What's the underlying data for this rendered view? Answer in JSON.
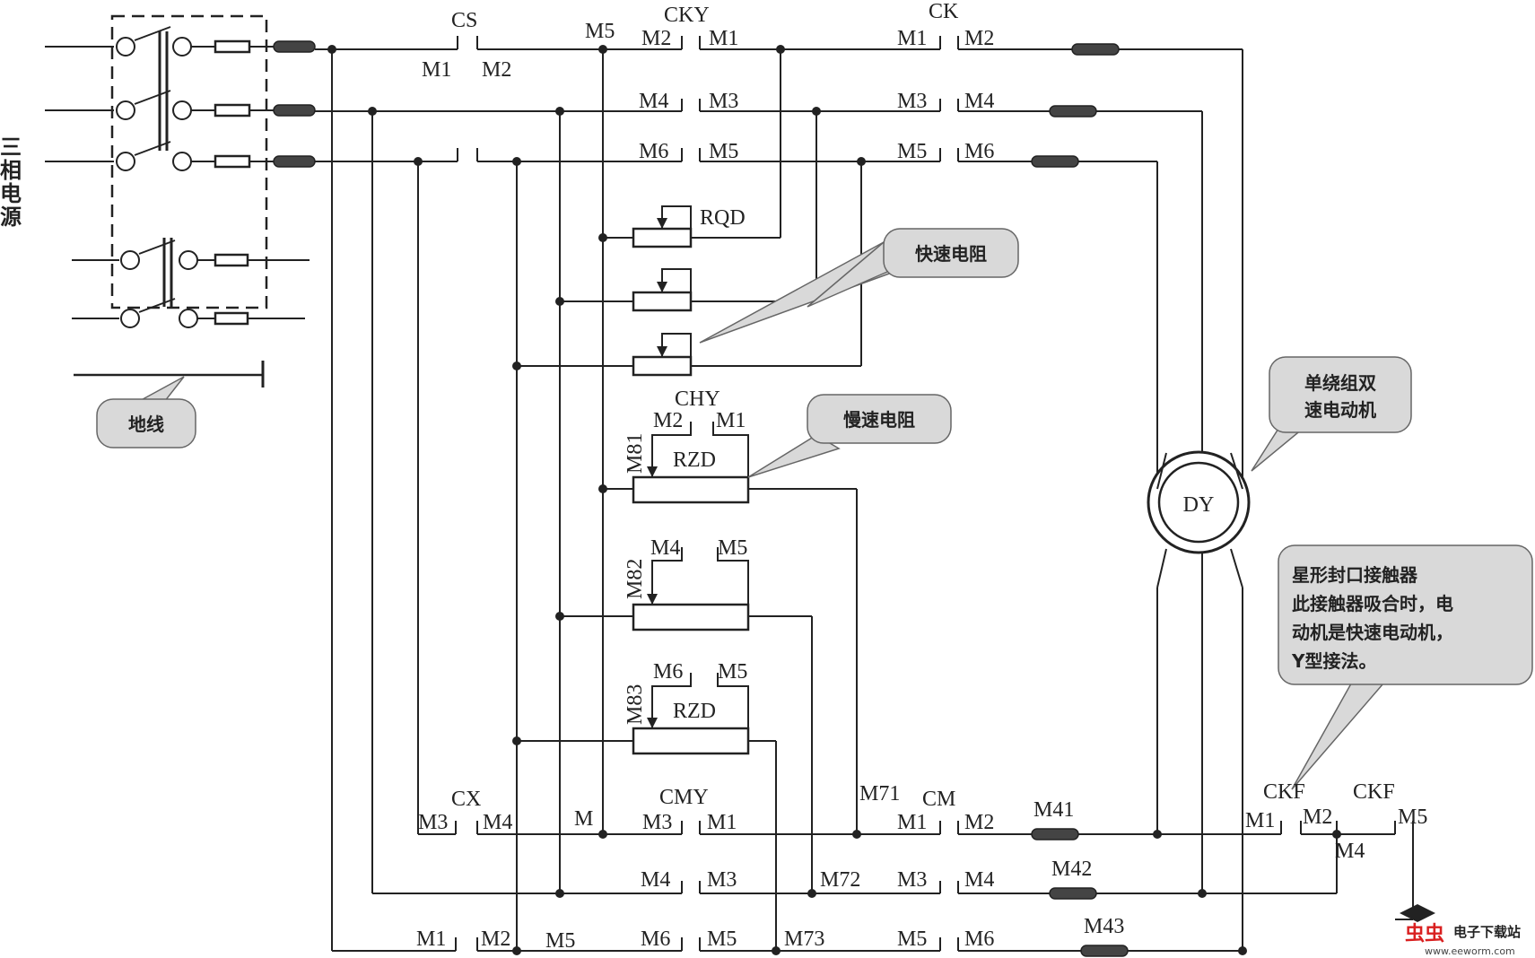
{
  "power_source_label": "三相电源",
  "ground_label": "地线",
  "contact_labels": {
    "CS": "CS",
    "CKY": "CKY",
    "CK": "CK",
    "CHY": "CHY",
    "CX": "CX",
    "CMY": "CMY",
    "CM": "CM",
    "CKF1": "CKF",
    "CKF2": "CKF"
  },
  "resistor_labels": {
    "RQD": "RQD",
    "RZD1": "RZD",
    "RZD2": "RZD"
  },
  "tap_labels": {
    "M81": "M81",
    "M82": "M82",
    "M83": "M83"
  },
  "terminal_labels": {
    "cs_m1": "M1",
    "cs_m2": "M2",
    "m5_top": "M5",
    "cky_m2": "M2",
    "cky_m1": "M1",
    "cky_m4": "M4",
    "cky_m3": "M3",
    "cky_m6": "M6",
    "cky_m5": "M5",
    "ck_m1": "M1",
    "ck_m2": "M2",
    "ck_m3": "M3",
    "ck_m4": "M4",
    "ck_m5": "M5",
    "ck_m6": "M6",
    "chy_m2": "M2",
    "chy_m1": "M1",
    "m82_m4": "M4",
    "m82_m5": "M5",
    "m83_m6": "M6",
    "m83_m5": "M5",
    "cx_m3": "M3",
    "cx_m4": "M4",
    "m_label": "M",
    "cmy_m3": "M3",
    "cmy_m1": "M1",
    "cmy_m4": "M4",
    "cmy_m3b": "M3",
    "cmy_m6": "M6",
    "cmy_m5": "M5",
    "m71": "M71",
    "m72": "M72",
    "m73": "M73",
    "cm_m1": "M1",
    "cm_m2": "M2",
    "cm_m3": "M3",
    "cm_m4": "M4",
    "cm_m5": "M5",
    "cm_m6": "M6",
    "m41": "M41",
    "m42": "M42",
    "m43": "M43",
    "ckf_m1": "M1",
    "ckf_m2": "M2",
    "ckf_m5": "M5",
    "ckf_m4": "M4",
    "bot_m1": "M1",
    "bot_m2": "M2",
    "bot_m5": "M5"
  },
  "motor_label": "DY",
  "callouts": {
    "fast_resistor": "快速电阻",
    "slow_resistor": "慢速电阻",
    "motor": [
      "单绕组双",
      "速电动机"
    ],
    "star_contactor": [
      "星形封口接触器",
      "此接触器吸合时，电",
      "动机是快速电动机，",
      "Y型接法。"
    ]
  },
  "watermark": {
    "logo": "虫虫",
    "text": "电子下载站",
    "url": "www.eeworm.com"
  },
  "colors": {
    "line": "#222222",
    "bubble": "#d9d9d9",
    "logo_red": "#d92020"
  }
}
